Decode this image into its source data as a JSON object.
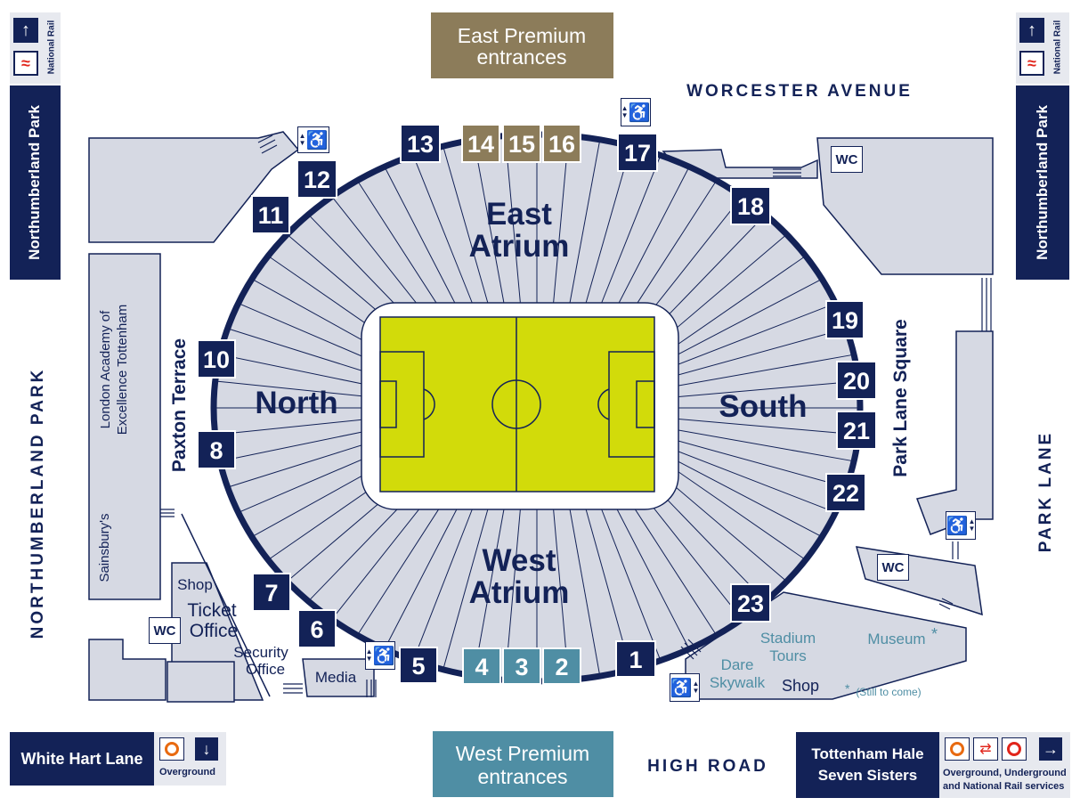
{
  "entrances": {
    "east_premium": [
      "East Premium",
      "entrances"
    ],
    "west_premium": [
      "West Premium",
      "entrances"
    ]
  },
  "roads": {
    "worcester_avenue": "WORCESTER AVENUE",
    "high_road": "HIGH ROAD",
    "northumberland_park": "NORTHUMBERLAND PARK",
    "park_lane": "PARK LANE",
    "paxton_terrace": "Paxton Terrace",
    "park_lane_square": "Park Lane Square"
  },
  "stands": {
    "north": "North",
    "south": "South",
    "east_atrium": [
      "East",
      "Atrium"
    ],
    "west_atrium": [
      "West",
      "Atrium"
    ]
  },
  "buildings": {
    "academy": [
      "London Academy of",
      "Excellence Tottenham"
    ],
    "sainsburys": "Sainsbury's",
    "shop_left": "Shop",
    "ticket_office": [
      "Ticket",
      "Office"
    ],
    "security_office": [
      "Security",
      "Office"
    ],
    "media": "Media",
    "stadium_tours": [
      "Stadium",
      "Tours"
    ],
    "museum": "Museum",
    "dare_skywalk": [
      "Dare",
      "Skywalk"
    ],
    "shop_right": "Shop",
    "still_to_come": "(Still to come)",
    "wc": "WC"
  },
  "stations": {
    "northumberland_park_station": "Northumberland Park",
    "national_rail": "National Rail",
    "white_hart_lane": "White Hart Lane",
    "overground": "Overground",
    "tottenham_hale": [
      "Tottenham Hale",
      "Seven Sisters"
    ],
    "services": [
      "Overground, Underground",
      "and National Rail services"
    ]
  },
  "gates": [
    {
      "id": "1",
      "kind": "standard"
    },
    {
      "id": "2",
      "kind": "west-premium"
    },
    {
      "id": "3",
      "kind": "west-premium"
    },
    {
      "id": "4",
      "kind": "west-premium"
    },
    {
      "id": "5",
      "kind": "standard"
    },
    {
      "id": "6",
      "kind": "standard"
    },
    {
      "id": "7",
      "kind": "standard"
    },
    {
      "id": "8",
      "kind": "standard"
    },
    {
      "id": "10",
      "kind": "standard"
    },
    {
      "id": "11",
      "kind": "standard"
    },
    {
      "id": "12",
      "kind": "standard"
    },
    {
      "id": "13",
      "kind": "standard"
    },
    {
      "id": "14",
      "kind": "east-premium"
    },
    {
      "id": "15",
      "kind": "east-premium"
    },
    {
      "id": "16",
      "kind": "east-premium"
    },
    {
      "id": "17",
      "kind": "standard"
    },
    {
      "id": "18",
      "kind": "standard"
    },
    {
      "id": "19",
      "kind": "standard"
    },
    {
      "id": "20",
      "kind": "standard"
    },
    {
      "id": "21",
      "kind": "standard"
    },
    {
      "id": "22",
      "kind": "standard"
    },
    {
      "id": "23",
      "kind": "standard"
    }
  ],
  "colors": {
    "navy": "#132257",
    "east_premium": "#8c7c5a",
    "west_premium": "#4f8ea4",
    "pitch": "#d2db0a",
    "stands": "#d6d9e3",
    "building": "#d6d9e3",
    "accent_text": "#4f8ea4"
  },
  "icons": [
    "arrow-up-icon",
    "arrow-down-icon",
    "arrow-right-icon",
    "national-rail-icon",
    "tfl-roundel-icon",
    "wheelchair-icon"
  ]
}
